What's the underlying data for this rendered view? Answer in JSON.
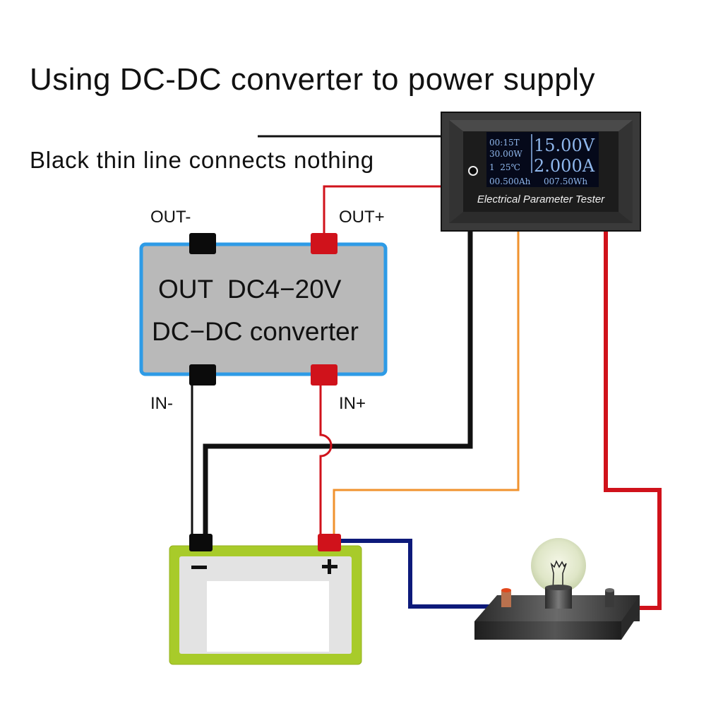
{
  "title": "Using DC-DC converter to power supply",
  "note": "Black thin line connects nothing",
  "converter": {
    "line1": "OUT  DC4−20V",
    "line2": "DC−DC converter",
    "terminals": {
      "out_minus": "OUT-",
      "out_plus": "OUT+",
      "in_minus": "IN-",
      "in_plus": "IN+"
    }
  },
  "meter": {
    "label": "Electrical Parameter Tester",
    "display": {
      "time": "00:15T",
      "power": "30.00W",
      "channel_temp": "1  25℃",
      "voltage": "15.00V",
      "current": "2.000A",
      "capacity": "00.500Ah",
      "energy": "007.50Wh"
    }
  },
  "battery": {
    "minus_symbol": "−",
    "plus_symbol": "+"
  },
  "colors": {
    "wire_red": "#d0121b",
    "wire_black": "#111111",
    "wire_orange": "#f0922e",
    "wire_blue": "#0d1a7a",
    "converter_fill": "#b9b9b9",
    "converter_border": "#2e9be6",
    "battery_frame": "#a8cb2a",
    "lcd_text": "#8fb7ec"
  }
}
